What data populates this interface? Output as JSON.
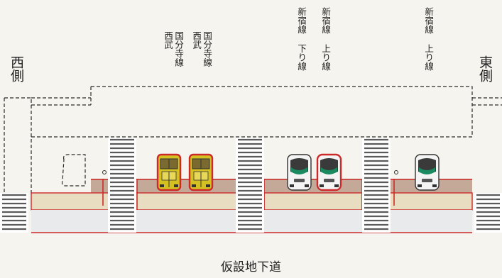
{
  "sides": {
    "west": "西側",
    "east": "東側"
  },
  "track_labels": {
    "seibu_kokubunji_1": [
      "西武",
      "国分寺線"
    ],
    "seibu_kokubunji_2": [
      "西武",
      "国分寺線"
    ],
    "shinjuku_down": [
      "新宿線",
      "下り線"
    ],
    "shinjuku_up_center": [
      "新宿線",
      "上り線"
    ],
    "shinjuku_up_east": [
      "新宿線",
      "上り線"
    ]
  },
  "caption": "仮設地下道",
  "colors": {
    "background": "#f6f4ee",
    "platform": "#e8ddc0",
    "track_area": "#c4a898",
    "subway": "#e9eaeb",
    "red_line": "#cc2a2a",
    "dashed": "#2a2a2a",
    "stair": "#5a5a5a",
    "kokubunji_train": "#d4c020",
    "shinjuku_train_body": "#f4f4f4",
    "shinjuku_train_stripe": "#1a8a60"
  },
  "trains": [
    {
      "line": "kokubunji",
      "icon": "yellow-train-icon"
    },
    {
      "line": "kokubunji",
      "icon": "yellow-train-icon"
    },
    {
      "line": "shinjuku",
      "icon": "white-train-icon",
      "frame": "black"
    },
    {
      "line": "shinjuku",
      "icon": "white-train-icon",
      "frame": "red"
    },
    {
      "line": "shinjuku",
      "icon": "white-train-icon",
      "frame": "black"
    }
  ]
}
